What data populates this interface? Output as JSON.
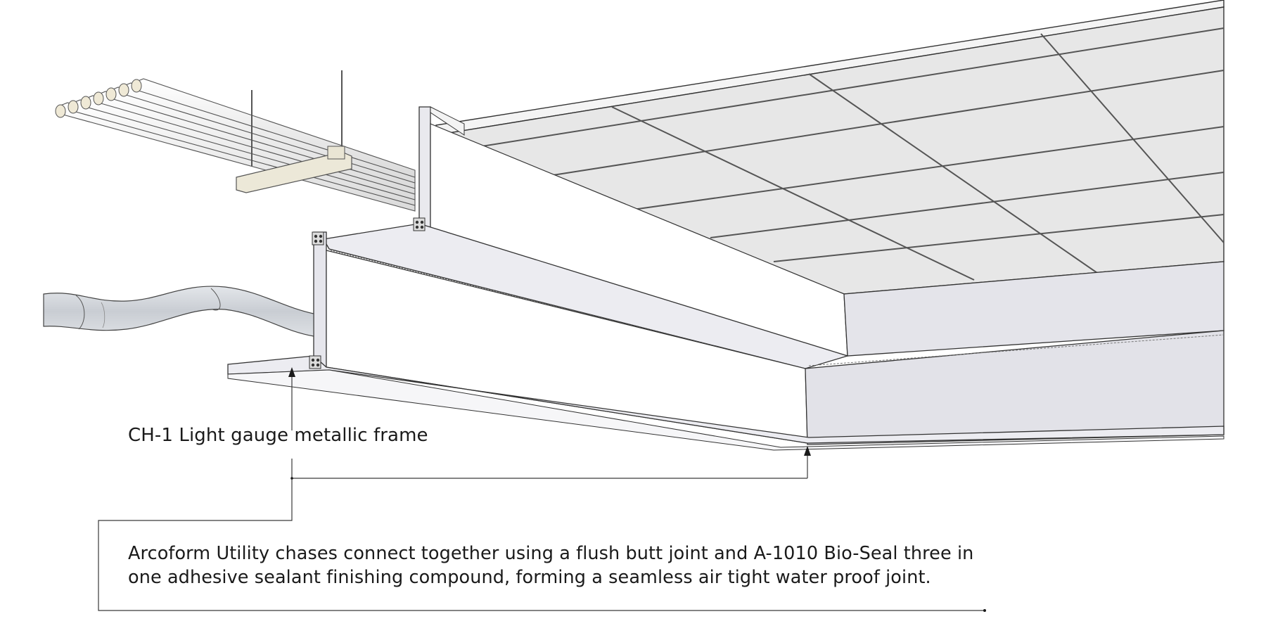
{
  "annotations": {
    "frame_label": "CH-1 Light gauge metallic frame",
    "caption_line_1": "Arcoform Utility chases connect together using a flush butt joint and A-1010 Bio-Seal three in",
    "caption_line_2": "one adhesive sealant finishing compound, forming a seamless air tight water proof joint."
  },
  "colors": {
    "background": "#ffffff",
    "line": "#3a3a3a",
    "panel_light": "#ececf0",
    "panel_mid": "#e2e2e8",
    "ceiling_tile": "#e6e6e6",
    "duct": "#cfd3d8",
    "bracket": "#eeeadc"
  },
  "icons": {
    "arrow_head": "filled-triangle"
  }
}
